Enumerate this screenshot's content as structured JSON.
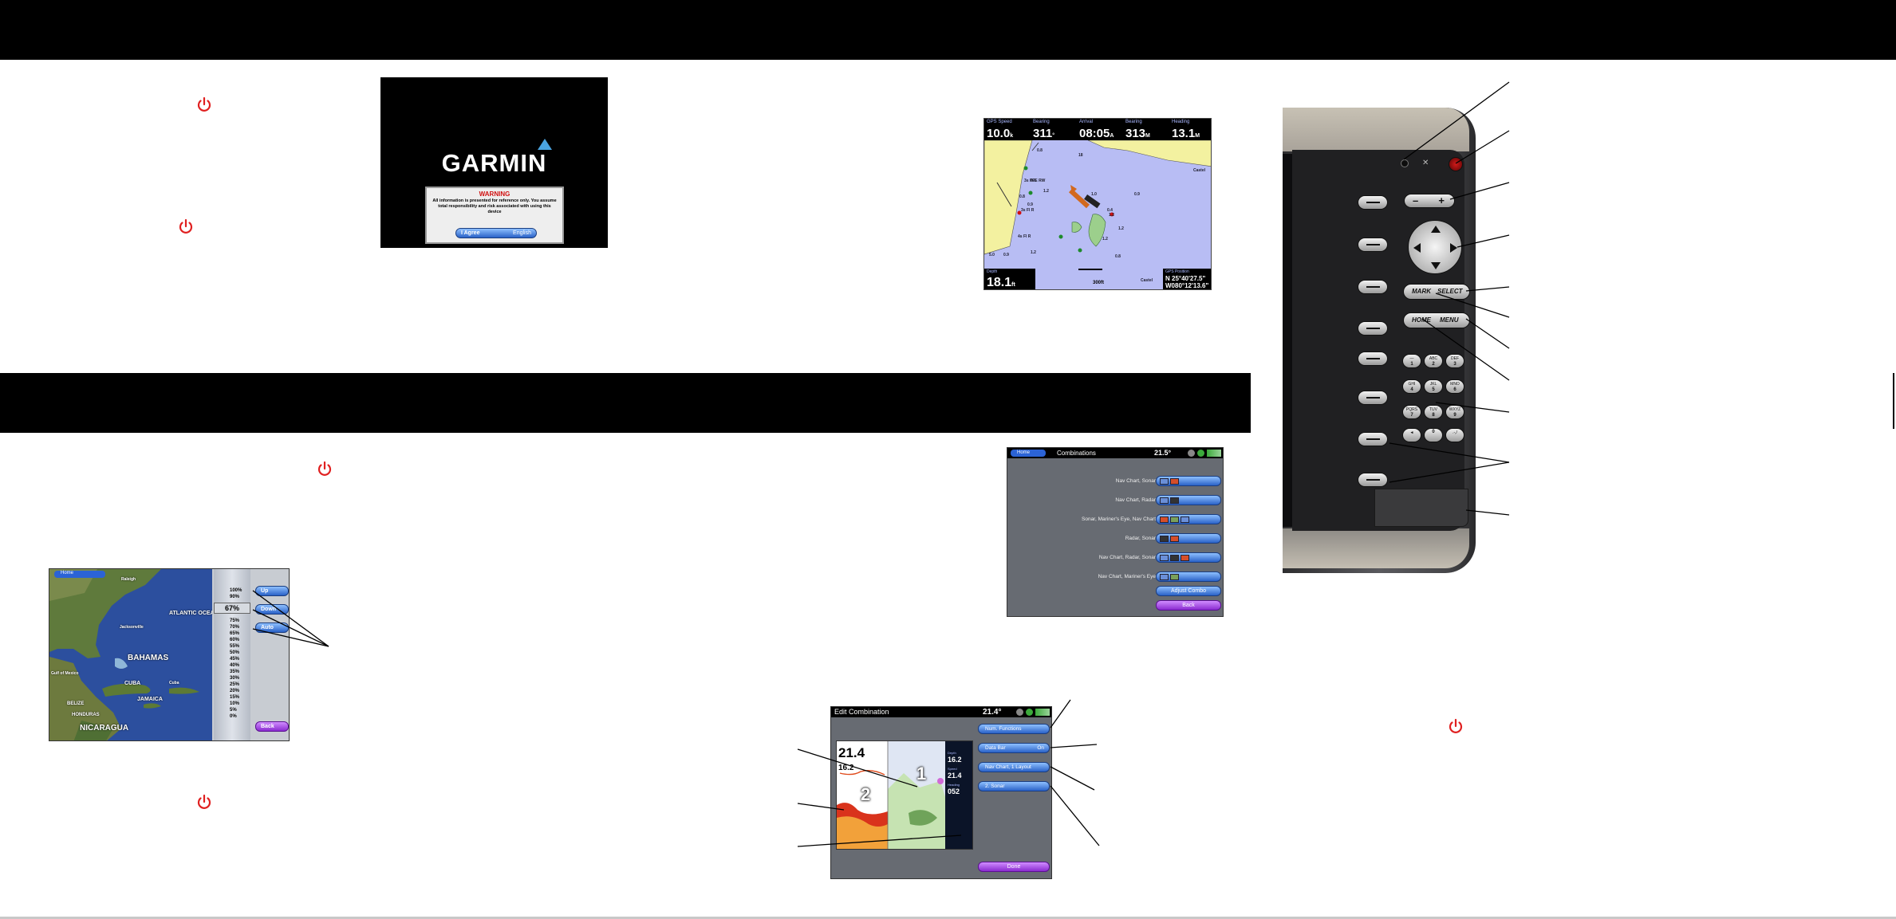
{
  "splash": {
    "logo": "GARMIN",
    "warning_title": "WARNING",
    "warning_text": "All information is presented for reference only. You assume total responsibility and risk associated with using this device",
    "button_label": "I Agree",
    "button_value": "English"
  },
  "chart_screen": {
    "fields": [
      {
        "label": "GPS Speed",
        "value": "10.0",
        "unit": "k"
      },
      {
        "label": "Bearing",
        "value": "311",
        "unit": "°"
      },
      {
        "label": "Arrival",
        "value": "08:05",
        "unit": "A"
      },
      {
        "label": "Bearing",
        "value": "313",
        "unit": "M"
      },
      {
        "label": "Heading",
        "value": "13.1",
        "unit": "M"
      }
    ],
    "depth_label": "Depth",
    "depth_value": "18.1",
    "depth_unit": "ft",
    "position_label": "GPS Position",
    "position_lat": "N 25°40'27.5\"",
    "position_lon": "W080°12'13.6\"",
    "scale": "300ft",
    "soundings": [
      "0.8",
      "18",
      "0.8",
      "1.0",
      "1.2",
      "0.9",
      "0.8",
      "1.2",
      "0.9",
      "1.2",
      "0.4",
      "0.8",
      "1.2",
      "0.9",
      "5.0",
      "1.2"
    ],
    "labels": [
      "Castel",
      "3s PFE RW",
      "3s Fl R",
      "4s Fl R",
      "Castel"
    ]
  },
  "zoom_screen": {
    "home_tab": "Home",
    "map_labels": [
      {
        "text": "ATLANTIC OCEAN",
        "big": false
      },
      {
        "text": "BAHAMAS",
        "big": true
      },
      {
        "text": "CUBA",
        "big": false
      },
      {
        "text": "JAMAICA",
        "big": false
      },
      {
        "text": "NICARAGUA",
        "big": false
      },
      {
        "text": "Jacksonville",
        "big": false
      },
      {
        "text": "Raleigh",
        "big": false
      },
      {
        "text": "Cuba",
        "big": false
      },
      {
        "text": "Gulf of Mexico",
        "big": false
      },
      {
        "text": "BELIZE",
        "big": false
      },
      {
        "text": "HONDURAS",
        "big": false
      }
    ],
    "zoom_current": "67%",
    "zoom_levels": [
      "100%",
      "90%",
      "75%",
      "70%",
      "65%",
      "60%",
      "55%",
      "50%",
      "45%",
      "40%",
      "35%",
      "30%",
      "25%",
      "20%",
      "15%",
      "10%",
      "5%",
      "0%"
    ],
    "buttons": {
      "up": "Up",
      "down": "Down",
      "auto": "Auto",
      "back": "Back"
    }
  },
  "combinations_screen": {
    "home_tab": "Home",
    "title": "Combinations",
    "temperature": "21.5°",
    "rows": [
      "Nav Chart, Sonar",
      "Nav Chart, Radar",
      "Sonar, Mariner's Eye, Nav Chart",
      "Radar, Sonar",
      "Nav Chart, Radar, Sonar",
      "Nav Chart, Mariner's Eye"
    ],
    "adjust_combo": "Adjust Combo",
    "back": "Back"
  },
  "edit_screen": {
    "title": "Edit Combination",
    "temperature": "21.4°",
    "buttons": [
      "Num. Functions",
      "Data Bar",
      "Nav Chart, 1 Layout",
      "2. Sonar"
    ],
    "data_bar_value": "On",
    "done": "Done",
    "pane_numbers": [
      "1",
      "2"
    ],
    "depth_top": "21.4",
    "depth_sub": "16.2",
    "data_fields": [
      {
        "label": "Depth",
        "value": "16.2"
      },
      {
        "label": "Speed",
        "value": "21.4"
      },
      {
        "label": "Heading",
        "value": "052"
      }
    ]
  },
  "device": {
    "keys": {
      "mark": "MARK",
      "select": "SELECT",
      "home": "HOME",
      "menu": "MENU",
      "minus": "–",
      "plus": "+"
    },
    "keypad": [
      {
        "top": "—",
        "num": "1"
      },
      {
        "top": "ABC",
        "num": "2"
      },
      {
        "top": "DEF",
        "num": "3"
      },
      {
        "top": "GHI",
        "num": "4"
      },
      {
        "top": "JKL",
        "num": "5"
      },
      {
        "top": "MNO",
        "num": "6"
      },
      {
        "top": "PQRS",
        "num": "7"
      },
      {
        "top": "TUV",
        "num": "8"
      },
      {
        "top": "WXYZ",
        "num": "9"
      },
      {
        "top": "◄",
        "num": ""
      },
      {
        "top": "",
        "num": "0"
      },
      {
        "top": ".-,/",
        "num": ""
      }
    ]
  },
  "colors": {
    "header_bar": "#000000",
    "power_icon": "#e02020",
    "button_blue": "#2a62c8",
    "button_purple": "#8a2bd0",
    "chart_water": "#b8bdf4",
    "chart_land": "#f3f1a0"
  }
}
